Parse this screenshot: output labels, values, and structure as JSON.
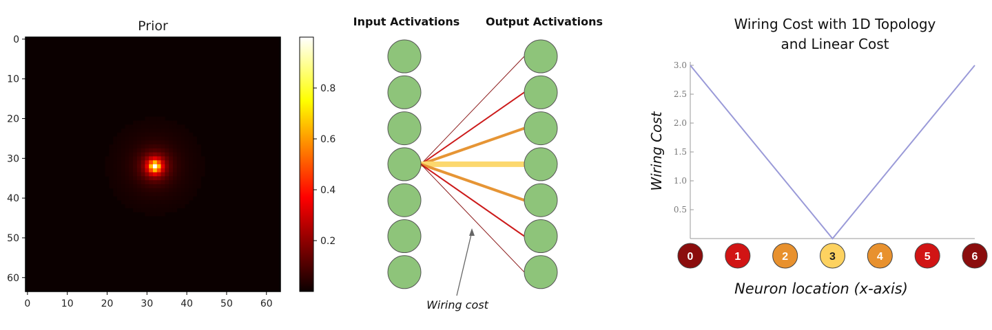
{
  "chart_data": [
    {
      "type": "heatmap",
      "title": "Prior",
      "grid_size": 64,
      "peak_location": [
        32,
        32
      ],
      "peak_value": 1.0,
      "colormap": "hot",
      "x_ticks": [
        "0",
        "10",
        "20",
        "30",
        "40",
        "50",
        "60"
      ],
      "y_ticks": [
        "0",
        "10",
        "20",
        "30",
        "40",
        "50",
        "60"
      ],
      "colorbar_ticks": [
        "0.2",
        "0.4",
        "0.6",
        "0.8"
      ],
      "colorbar_values": [
        0.2,
        0.4,
        0.6,
        0.8
      ],
      "colorbar_range": [
        0,
        1
      ]
    },
    {
      "type": "diagram",
      "input_label": "Input Activations",
      "output_label": "Output Activations",
      "annotation": "Wiring cost",
      "neurons_per_layer": 7,
      "source_neuron": 3,
      "connections": [
        {
          "target": 0,
          "color": "#8b1a1a",
          "weight": 1
        },
        {
          "target": 1,
          "color": "#cc1a1a",
          "weight": 2
        },
        {
          "target": 2,
          "color": "#e69535",
          "weight": 4
        },
        {
          "target": 3,
          "color": "#fcd86e",
          "weight": 8
        },
        {
          "target": 4,
          "color": "#e69535",
          "weight": 4
        },
        {
          "target": 5,
          "color": "#cc1a1a",
          "weight": 2
        },
        {
          "target": 6,
          "color": "#8b1a1a",
          "weight": 1
        }
      ]
    },
    {
      "type": "line",
      "title_line1": "Wiring Cost with 1D Topology",
      "title_line2": "and Linear Cost",
      "ylabel": "Wiring Cost",
      "xlabel": "Neuron location (x-axis)",
      "x": [
        0,
        3,
        6
      ],
      "y": [
        3.0,
        0.0,
        3.0
      ],
      "xlim": [
        0,
        6
      ],
      "ylim": [
        0,
        3.0
      ],
      "y_ticks": [
        "0.5",
        "1.0",
        "1.5",
        "2.0",
        "2.5",
        "3.0"
      ],
      "y_tick_values": [
        0.5,
        1.0,
        1.5,
        2.0,
        2.5,
        3.0
      ],
      "line_color": "#9a9ad8",
      "neurons": [
        {
          "label": "0",
          "color": "#8b0d0d"
        },
        {
          "label": "1",
          "color": "#d11414"
        },
        {
          "label": "2",
          "color": "#e8912e"
        },
        {
          "label": "3",
          "color": "#fdd260"
        },
        {
          "label": "4",
          "color": "#e8912e"
        },
        {
          "label": "5",
          "color": "#d11414"
        },
        {
          "label": "6",
          "color": "#8b0d0d"
        }
      ]
    }
  ]
}
